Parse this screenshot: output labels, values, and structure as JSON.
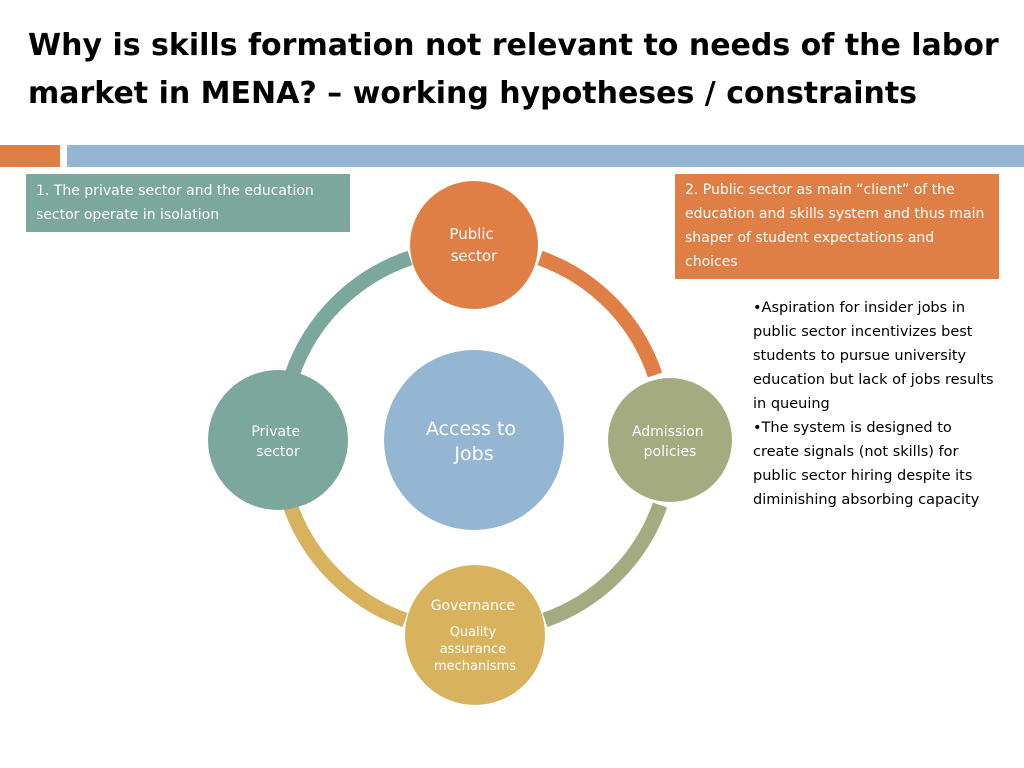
{
  "title": "Why is skills formation not relevant to needs of the labor market in MENA? – working hypotheses / constraints",
  "colors": {
    "orange": "#e07f45",
    "blue_bar": "#94b6d2",
    "teal": "#7ba79d",
    "olive": "#a5ab81",
    "gold": "#d8b25c",
    "center": "#94b6d2"
  },
  "left_box": {
    "text": "1. The private sector and the education sector operate in isolation"
  },
  "right_box": {
    "text": "2. Public sector as main “client” of the education and skills system and thus main shaper of student expectations and choices"
  },
  "notes": [
    "•Aspiration for insider jobs in public sector incentivizes best students to pursue university education but lack of jobs results in queuing",
    "•The system is designed to create signals (not skills) for public sector hiring despite its diminishing absorbing capacity"
  ],
  "diagram": {
    "center": {
      "lines": [
        "Access to",
        "Jobs"
      ]
    },
    "nodes": {
      "top": {
        "lines": [
          "Public",
          "sector"
        ]
      },
      "right": {
        "lines": [
          "Admission",
          "policies"
        ]
      },
      "bottom": {
        "heading": "Governance",
        "lines": [
          "Quality",
          "assurance",
          "mechanisms"
        ]
      },
      "left": {
        "lines": [
          "Private",
          "sector"
        ]
      }
    }
  }
}
